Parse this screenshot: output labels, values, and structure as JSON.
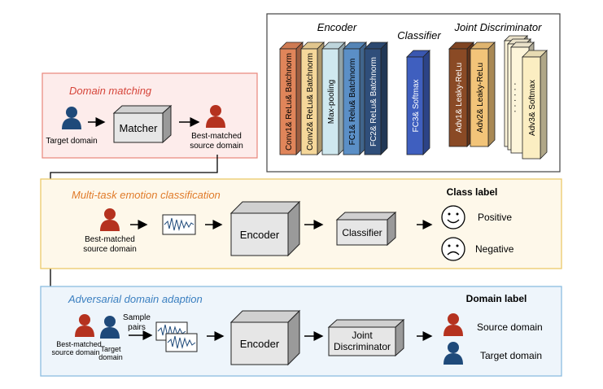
{
  "architecture": {
    "encoder_title": "Encoder",
    "classifier_title": "Classifier",
    "discriminator_title": "Joint Discriminator",
    "encoder_layers": [
      {
        "label": "Conv1& ReLu& Batchnorm",
        "color": "#e0855a"
      },
      {
        "label": "Conv2& ReLu& Batchnorm",
        "color": "#f5d79a"
      },
      {
        "label": "Max-pooling",
        "color": "#cfe8ef"
      },
      {
        "label": "FC1& Relu& Batchnorm",
        "color": "#5b8fc6"
      },
      {
        "label": "FC2& ReLu& Batchnorm",
        "color": "#2f4e7a"
      }
    ],
    "classifier_layer": {
      "label": "FC3& Softmax",
      "color": "#3f5fbf"
    },
    "discriminator_layers": [
      {
        "label": "Adv1& Leaky-ReLu",
        "color": "#8a4a25"
      },
      {
        "label": "Adv2& Leaky-ReLu",
        "color": "#f2c479"
      }
    ],
    "discriminator_dots": "· · · · · ·",
    "discriminator_last": {
      "label": "Adv3& Softmax",
      "color": "#fbeec2"
    }
  },
  "domain_matching": {
    "title": "Domain matching",
    "target_label": "Target domain",
    "matcher_label": "Matcher",
    "best_label_1": "Best-matched",
    "best_label_2": "source domain"
  },
  "multitask": {
    "title": "Multi-task emotion classification",
    "best_label_1": "Best-matched",
    "best_label_2": "source domain",
    "encoder_label": "Encoder",
    "classifier_label": "Classifier",
    "class_label_title": "Class label",
    "positive_label": "Positive",
    "negative_label": "Negative"
  },
  "adversarial": {
    "title": "Adversarial domain adaption",
    "best_label_1": "Best-matched",
    "best_label_2": "source domain",
    "target_label_1": "Target",
    "target_label_2": "domain",
    "sample_label_1": "Sample",
    "sample_label_2": "pairs",
    "encoder_label": "Encoder",
    "disc_label_1": "Joint",
    "disc_label_2": "Discriminator",
    "domain_label_title": "Domain label",
    "source_domain_label": "Source domain",
    "target_domain_label": "Target domain"
  },
  "colors": {
    "red_person": "#b5321f",
    "blue_person": "#1f4a7a",
    "domain_box_border": "#e8857a",
    "domain_box_fill": "#fdeceb",
    "multitask_border": "#ecc96a",
    "multitask_fill": "#fef8ea",
    "adversarial_border": "#8cbce0",
    "adversarial_fill": "#eef5fb",
    "domain_title": "#d6453a",
    "multitask_title": "#e07b2a",
    "adversarial_title": "#3a7fc0"
  }
}
